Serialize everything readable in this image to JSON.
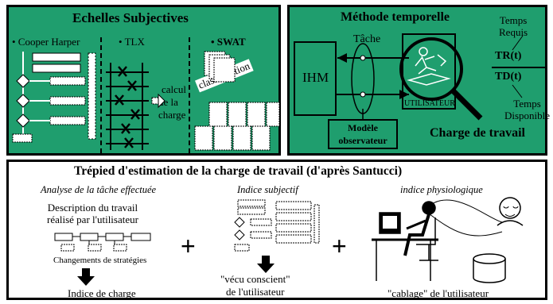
{
  "left_panel": {
    "title": "Echelles Subjectives",
    "cooper_harper": "• Cooper Harper",
    "tlx": "• TLX",
    "swat": "• SWAT",
    "calcul_1": "calcul",
    "calcul_2": "de la",
    "calcul_3": "charge",
    "classification": "classification"
  },
  "right_panel": {
    "title": "Méthode temporelle",
    "tache": "Tâche",
    "ihm": "IHM",
    "utilisateur": "UTILISATEUR",
    "temps_requis_1": "Temps",
    "temps_requis_2": "Requis",
    "tr": "TR(t)",
    "td": "TD(t)",
    "temps_dispo_1": "Temps",
    "temps_dispo_2": "Disponible",
    "modele_1": "Modèle",
    "modele_2": "observateur",
    "charge": "Charge de travail"
  },
  "bottom_panel": {
    "title": "Trépied d'estimation de la charge de travail (d'après Santucci)",
    "col1_heading": "Analyse de la tâche effectuée",
    "col1_desc_1": "Description du travail",
    "col1_desc_2": "réalisé par l'utilisateur",
    "col1_changes": "Changements de stratégies",
    "col1_result": "Indice de charge",
    "plus": "+",
    "col2_heading": "Indice subjectif",
    "col2_result_1": "\"vécu conscient\"",
    "col2_result_2": "de l'utilisateur",
    "col3_heading": "indice physiologique",
    "col3_result": "\"cablage\" de l'utilisateur"
  },
  "colors": {
    "panel_green": "#1f9e6e",
    "border": "#000000"
  }
}
